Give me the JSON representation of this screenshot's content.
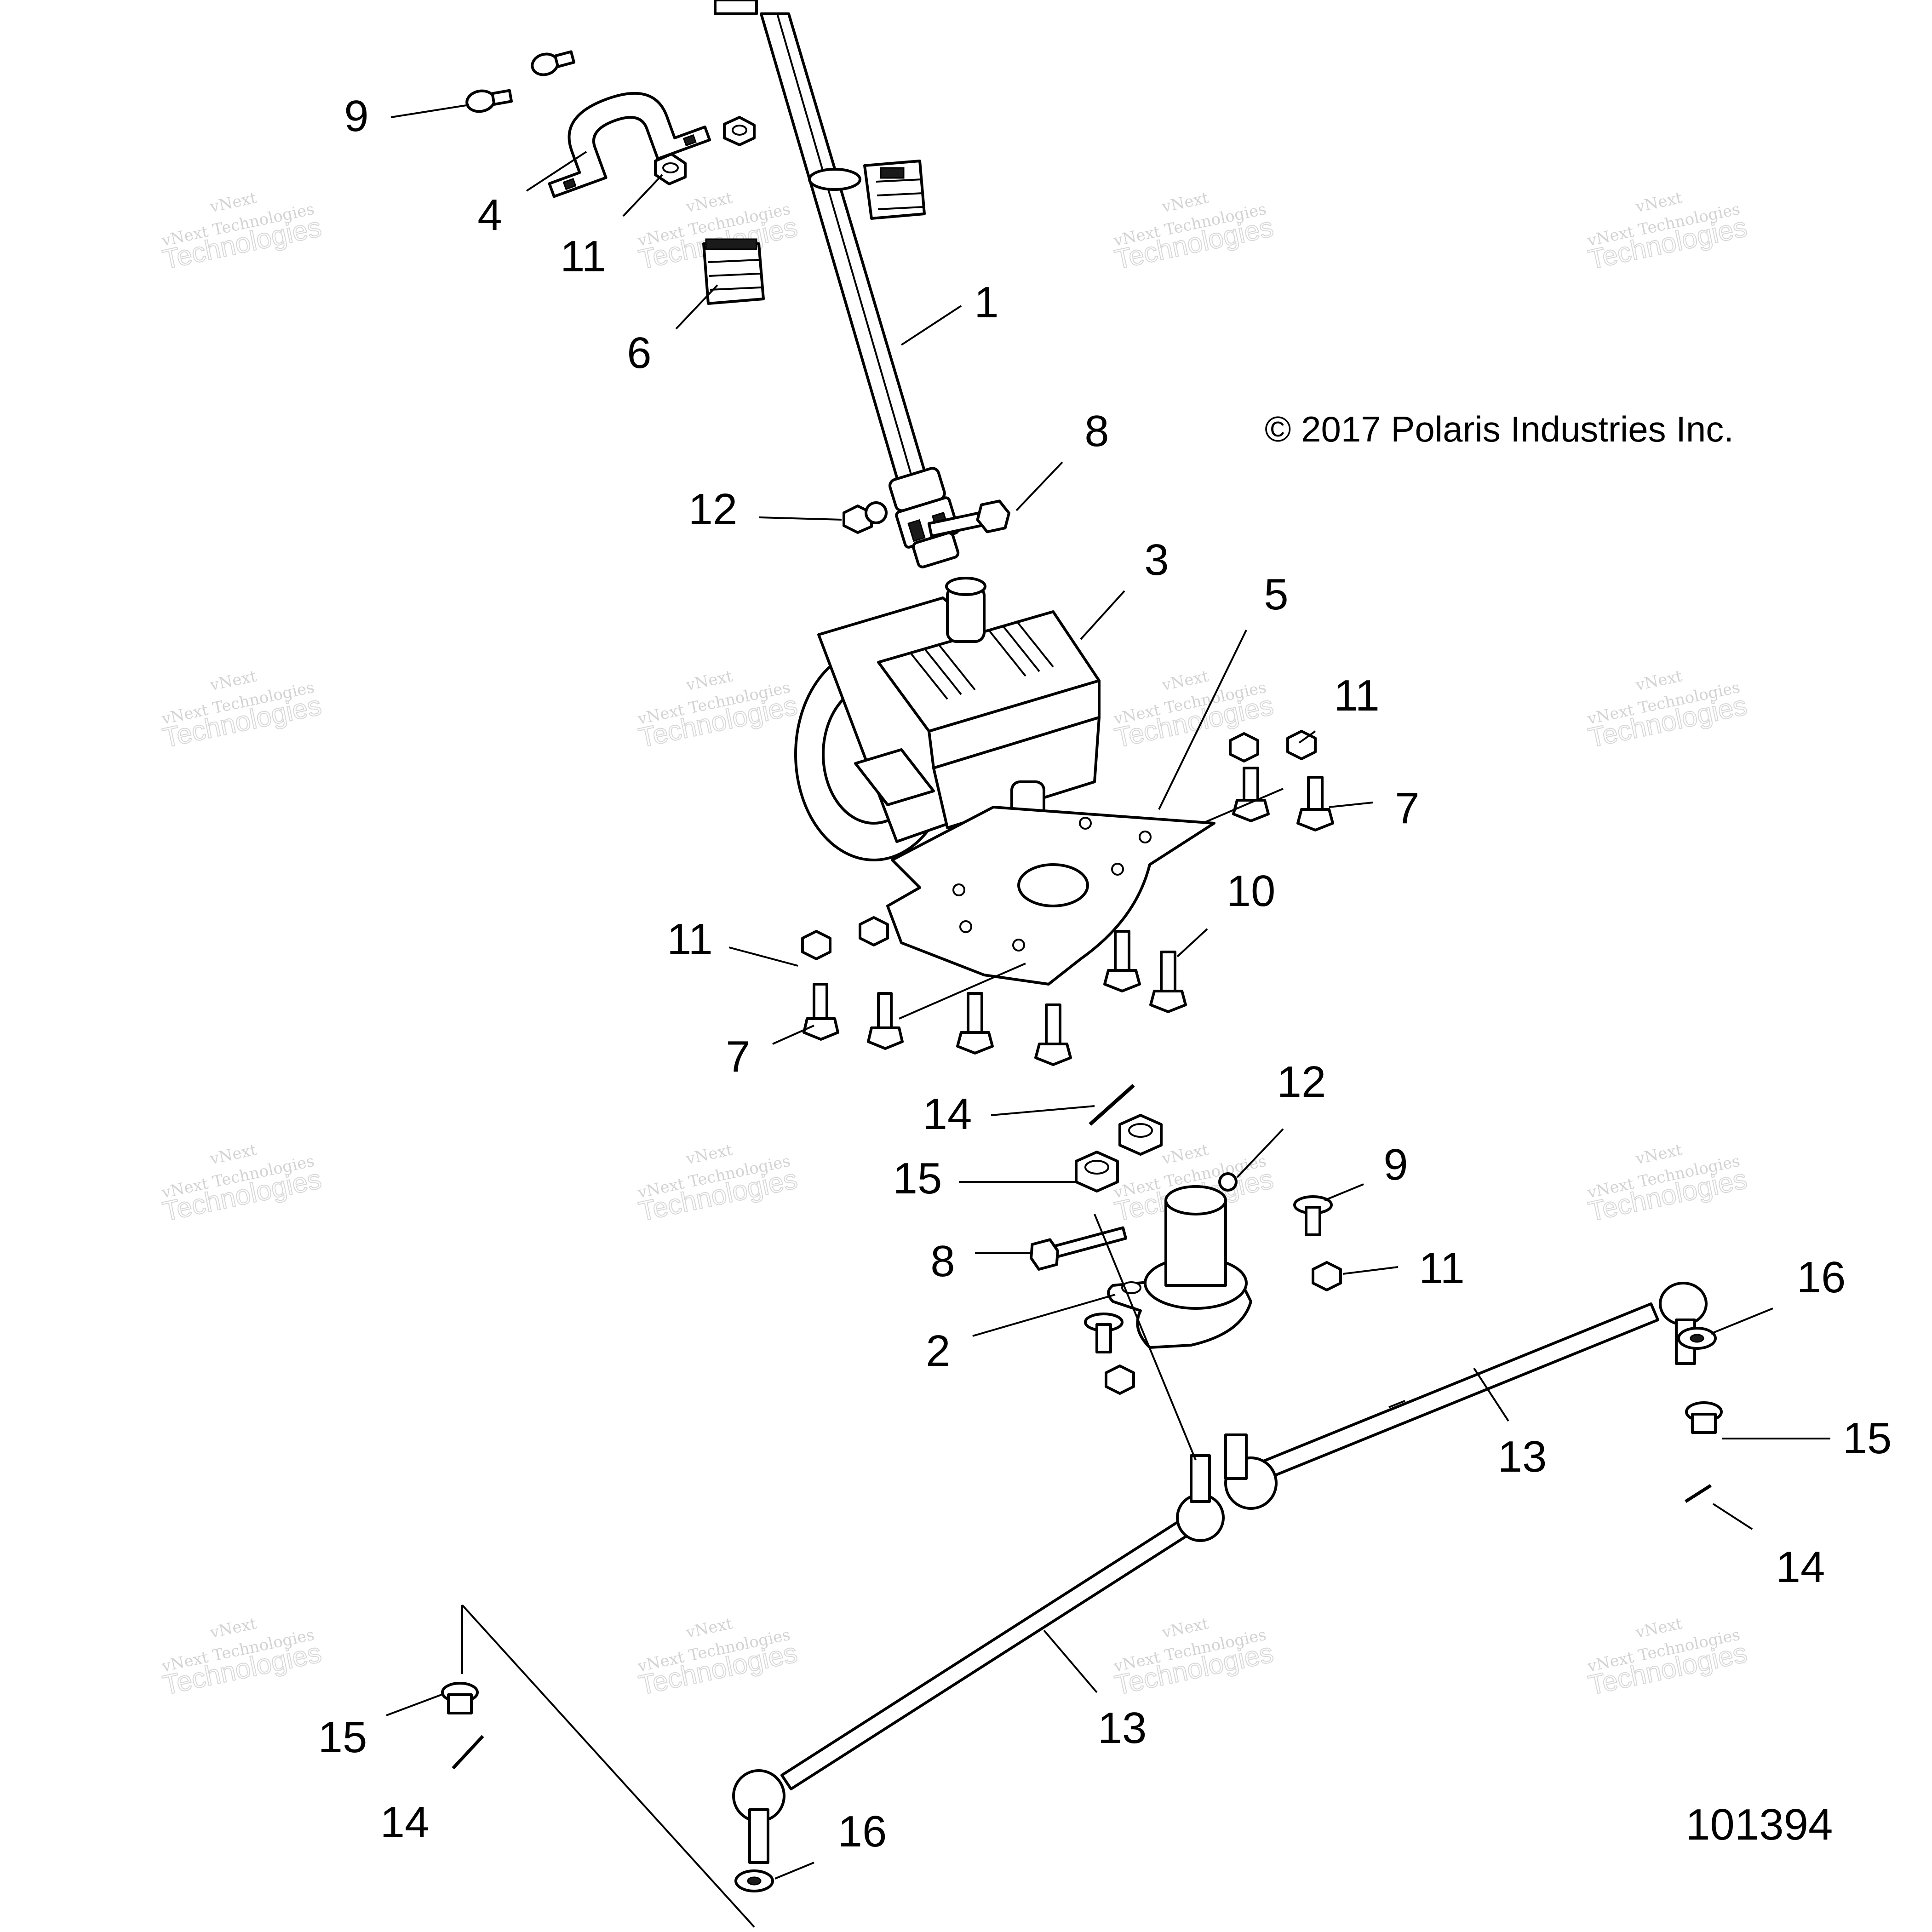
{
  "copyright": "© 2017 Polaris Industries Inc.",
  "figure_number": "101394",
  "watermark": {
    "line1": "vNext",
    "line2": "vNext Technologies",
    "line3": "Technologies"
  },
  "callouts": {
    "c1": "1",
    "c2": "2",
    "c3": "3",
    "c4": "4",
    "c5": "5",
    "c6": "6",
    "c7a": "7",
    "c7b": "7",
    "c8a": "8",
    "c8b": "8",
    "c9a": "9",
    "c9b": "9",
    "c10": "10",
    "c11a": "11",
    "c11b": "11",
    "c11c": "11",
    "c11d": "11",
    "c12a": "12",
    "c12b": "12",
    "c13a": "13",
    "c13b": "13",
    "c14a": "14",
    "c14b": "14",
    "c14c": "14",
    "c15a": "15",
    "c15b": "15",
    "c15c": "15",
    "c16a": "16",
    "c16b": "16"
  }
}
